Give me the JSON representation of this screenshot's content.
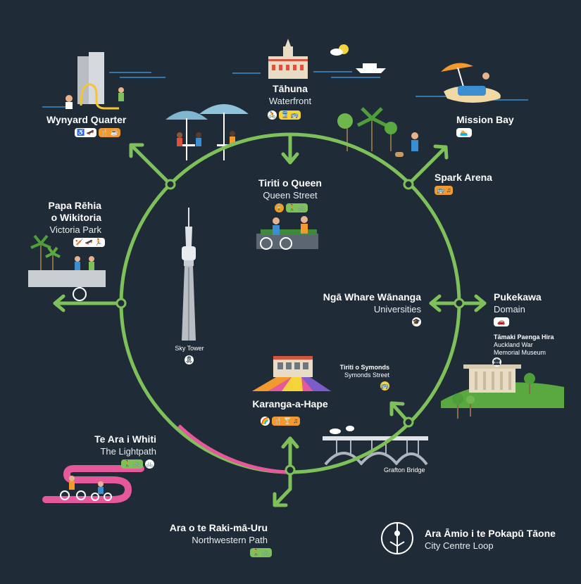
{
  "colors": {
    "background": "#1f2b36",
    "loop": "#7ec15a",
    "lightpath": "#e6589c",
    "accent_orange": "#f39a2e",
    "text": "#ffffff"
  },
  "places": {
    "tahuna": {
      "name": "Tāhuna",
      "english": "Waterfront",
      "badges": [
        "🚴",
        "🚆 🚌"
      ]
    },
    "wynyard": {
      "name": "Wynyard Quarter",
      "badges": [
        "♿ 🛹",
        "🍴 ☕"
      ]
    },
    "mission_bay": {
      "name": "Mission Bay",
      "badges": [
        "🏊"
      ]
    },
    "spark_arena": {
      "name": "Spark Arena",
      "badges": [
        "🚌 ♫"
      ]
    },
    "queen_street": {
      "name": "Tiriti o Queen",
      "english": "Queen Street",
      "badges": [
        "🔒",
        "🚶 🚲"
      ]
    },
    "victoria_park": {
      "name1": "Papa Rēhia",
      "name2": "o Wikitoria",
      "english": "Victoria Park",
      "badges": [
        "🏏 🛹 🏃"
      ]
    },
    "universities": {
      "name": "Ngā Whare Wānanga",
      "english": "Universities",
      "badges": [
        "🎓"
      ]
    },
    "domain": {
      "name": "Pukekawa",
      "english": "Domain",
      "badges": [
        "🚗"
      ]
    },
    "museum": {
      "name": "Tāmaki Paenga Hira",
      "line2": "Auckland War",
      "line3": "Memorial Museum",
      "badges": [
        "🏛"
      ]
    },
    "sky_tower": {
      "name": "Sky Tower",
      "badges": [
        "🎗"
      ]
    },
    "symonds": {
      "name": "Tiriti o Symonds",
      "english": "Symonds Street",
      "badges": [
        "🚌"
      ]
    },
    "karangahape": {
      "name": "Karanga-a-Hape",
      "badges": [
        "🌈",
        "🍴 🍸 ♫"
      ]
    },
    "lightpath": {
      "name": "Te Ara i Whiti",
      "english": "The Lightpath",
      "badges": [
        "🚶 🚲",
        "🚲"
      ]
    },
    "grafton": {
      "name": "Grafton Bridge"
    },
    "northwestern": {
      "name": "Ara o te Raki-mā-Uru",
      "english": "Northwestern Path",
      "badges": [
        "🚶 🚲"
      ]
    }
  },
  "legend": {
    "title": "Ara Āmio i te Pokapū Tāone",
    "subtitle": "City Centre Loop",
    "icon": "city-centre-loop-logo-icon"
  }
}
